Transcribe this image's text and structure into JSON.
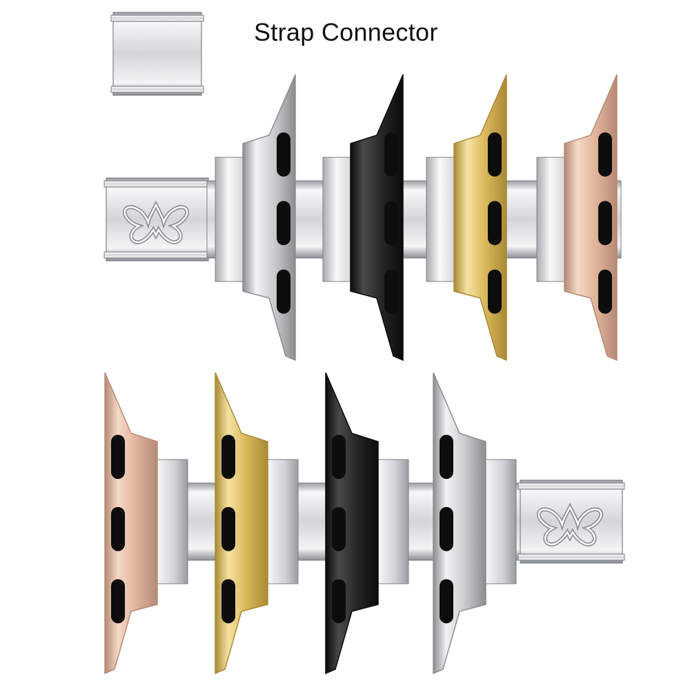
{
  "title": "Strap Connector",
  "colors": {
    "background": "#ffffff",
    "title_text": "#111111",
    "steel": "#d4d6da",
    "steel_dark": "#8e9196",
    "pin": "#0d0d0d"
  },
  "finishes": {
    "silver": {
      "light": "#f2f2f4",
      "mid": "#c9cbce",
      "dark": "#8b8d91"
    },
    "black": {
      "light": "#4a4a4c",
      "mid": "#262627",
      "dark": "#0b0b0b"
    },
    "gold": {
      "light": "#f6e2a2",
      "mid": "#d9b75a",
      "dark": "#a98a35"
    },
    "rose": {
      "light": "#f5d8c6",
      "mid": "#e0b39b",
      "dark": "#b58a75"
    }
  },
  "rows": [
    {
      "name": "top-row",
      "adapters": [
        "silver",
        "black",
        "gold",
        "rose"
      ],
      "orientation": "right",
      "butterfly_end": "left"
    },
    {
      "name": "bottom-row",
      "adapters": [
        "rose",
        "gold",
        "black",
        "silver"
      ],
      "orientation": "left",
      "butterfly_end": "right"
    }
  ],
  "icons": {
    "sample_link": "single-link-icon",
    "charm": "butterfly-icon"
  }
}
